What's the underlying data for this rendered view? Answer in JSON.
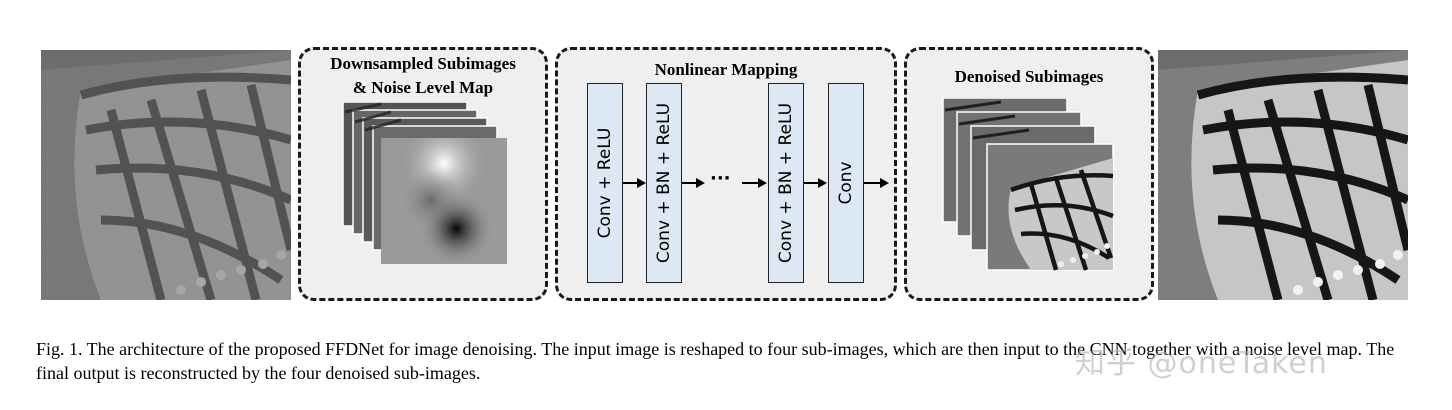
{
  "stages": {
    "downsampled": {
      "title_line1": "Downsampled Subimages",
      "title_line2": "& Noise Level Map"
    },
    "nonlinear": {
      "title": "Nonlinear Mapping",
      "layers": [
        "Conv + ReLU",
        "Conv + BN + ReLU",
        "Conv + BN + ReLU",
        "Conv"
      ],
      "ellipsis": "···"
    },
    "denoised": {
      "title": "Denoised Subimages"
    }
  },
  "caption": "Fig. 1.  The architecture of the proposed FFDNet for image denoising. The input image is reshaped to four sub-images, which are then input to the CNN together with a noise level map. The final output is reconstructed by the four denoised sub-images.",
  "watermark": "知乎 @oneTaken",
  "colors": {
    "layer_fill": "#dce8f3",
    "stage_fill": "#efefef",
    "border": "#1a1a1a"
  }
}
